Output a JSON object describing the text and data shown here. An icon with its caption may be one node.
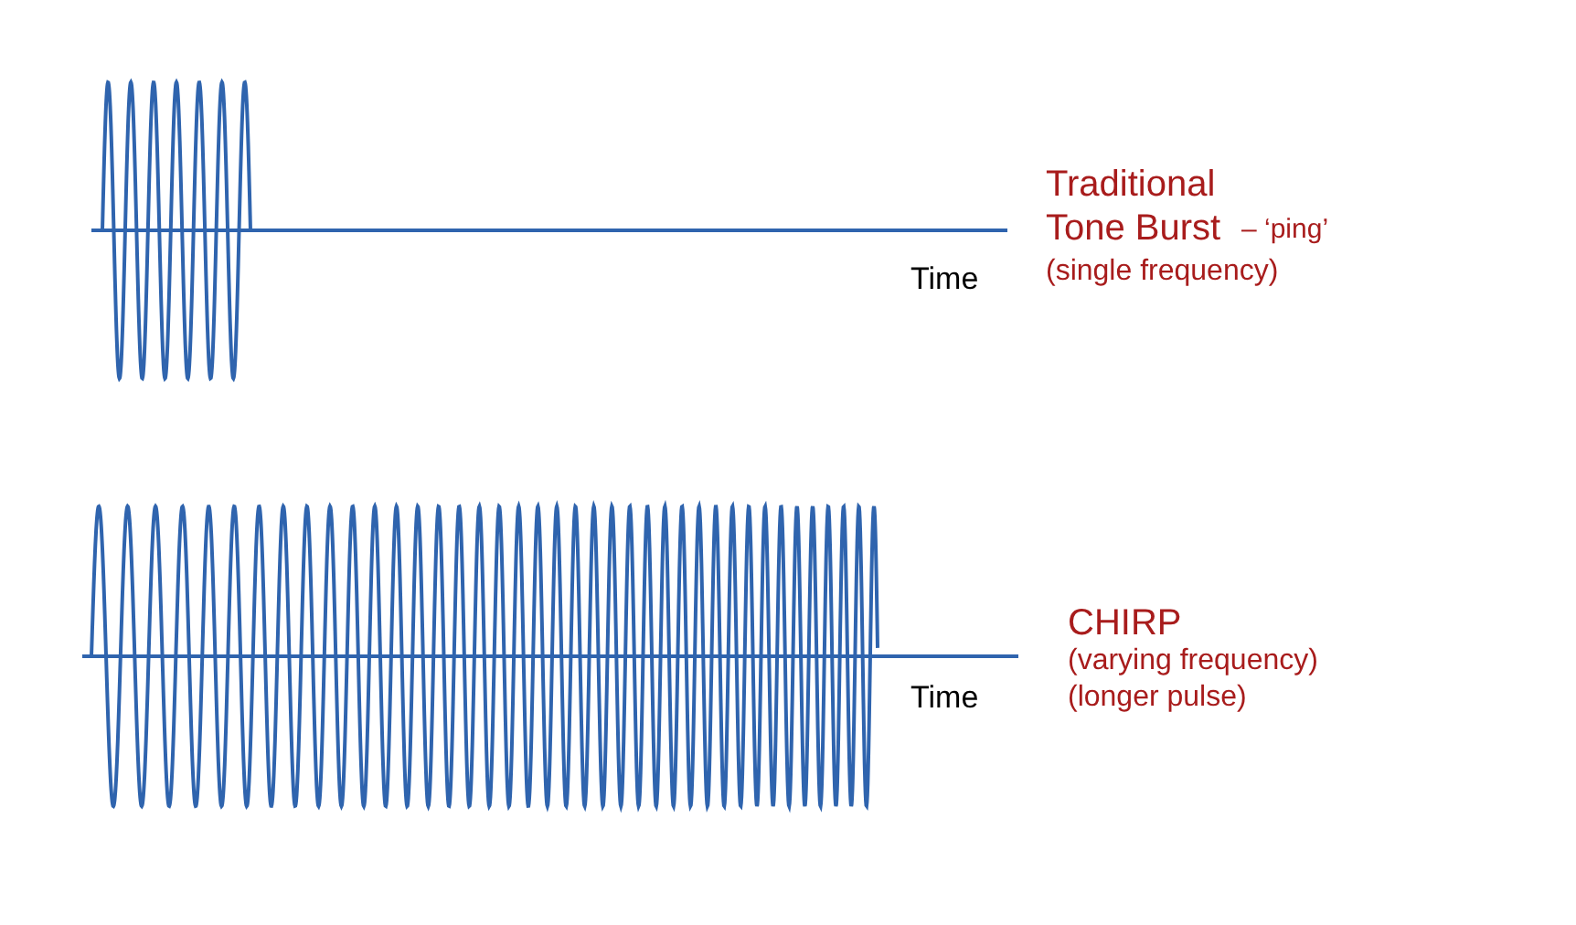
{
  "diagram": {
    "labels": [
      "Traditional Tone Burst",
      "– ‘ping’",
      "(single frequency)",
      "Time",
      "CHIRP",
      "(varying frequency)",
      "(longer pulse)",
      "Time"
    ]
  }
}
